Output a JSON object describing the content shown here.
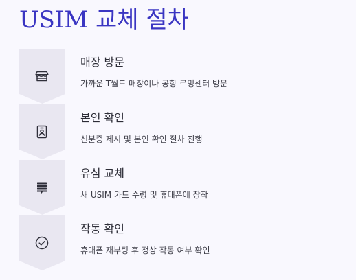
{
  "title": "USIM 교체 절차",
  "colors": {
    "title": "#3a35c2",
    "chevron_fill": "#e9e7f1",
    "icon_stroke": "#2f2f3a",
    "background": "#f9f8fe"
  },
  "steps": [
    {
      "icon": "store-icon",
      "title": "매장 방문",
      "description": "가까운 T월드 매장이나 공항 로밍센터 방문"
    },
    {
      "icon": "id-badge-icon",
      "title": "본인 확인",
      "description": "신분증 제시 및 본인 확인 절차 진행"
    },
    {
      "icon": "sim-card-icon",
      "title": "유심 교체",
      "description": "새 USIM 카드 수령 및 휴대폰에 장착"
    },
    {
      "icon": "check-circle-icon",
      "title": "작동 확인",
      "description": "휴대폰 재부팅 후 정상 작동 여부 확인"
    }
  ]
}
